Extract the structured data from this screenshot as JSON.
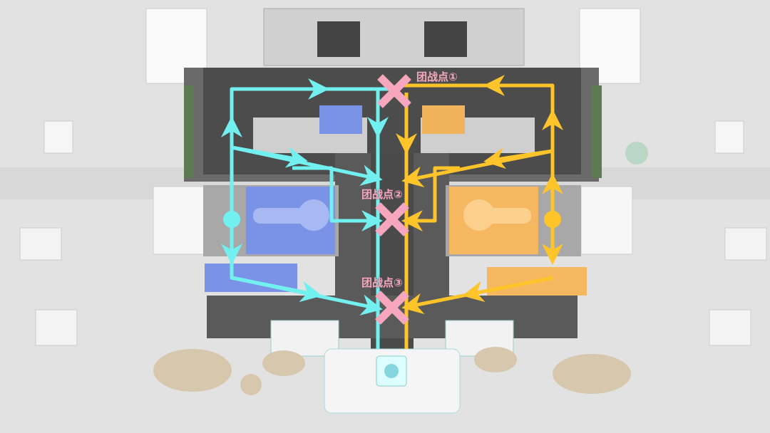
{
  "map": {
    "team_fight_points": [
      {
        "label": "团战点①"
      },
      {
        "label": "团战点②"
      },
      {
        "label": "团战点③"
      }
    ],
    "colors": {
      "blue_team_route": "#72f0f0",
      "yellow_team_route": "#ffc42a",
      "fight_marker": "#f7a6c0",
      "blue_base": "#7b93e6",
      "yellow_base": "#f5b860"
    }
  }
}
